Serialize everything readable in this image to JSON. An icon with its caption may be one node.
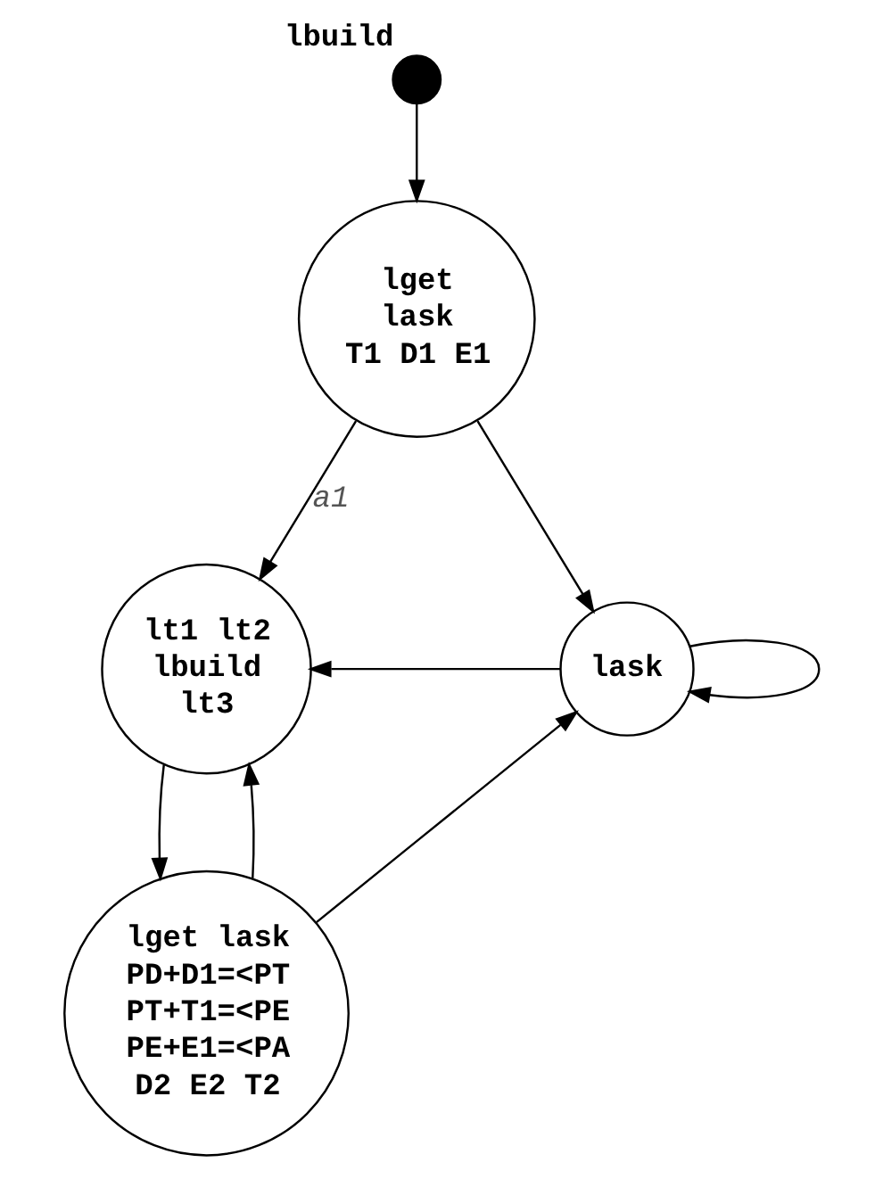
{
  "diagram": {
    "nodes": [
      {
        "text": [],
        "shape": "circle",
        "beside": [
          "lbuild"
        ]
      },
      {
        "text": [
          "lget",
          "lask",
          "T1 D1 E1"
        ]
      },
      {
        "text": [
          "lt1 lt2",
          "lbuild",
          "lt3"
        ]
      },
      {
        "text": [
          "lask"
        ]
      },
      {
        "text": [
          "lget lask",
          "PD+D1=<PT",
          "PT+T1=<PE",
          "PE+E1=<PA",
          "D2 E2 T2"
        ]
      }
    ],
    "edges": [
      {
        "from": 0,
        "to": 1,
        "arrow": "to"
      },
      {
        "from": 1,
        "to": 2,
        "arrow": "to",
        "label": "a1"
      },
      {
        "from": 1,
        "to": 3,
        "arrow": "to"
      },
      {
        "from": 2,
        "to": 4,
        "arrow": "to"
      },
      {
        "from": 3,
        "to": 2,
        "arrow": "to"
      },
      {
        "from": 3,
        "to": 3,
        "arrow": "to"
      },
      {
        "from": 4,
        "to": 2,
        "arrow": "to"
      },
      {
        "from": 4,
        "to": 3,
        "arrow": "to"
      }
    ]
  }
}
